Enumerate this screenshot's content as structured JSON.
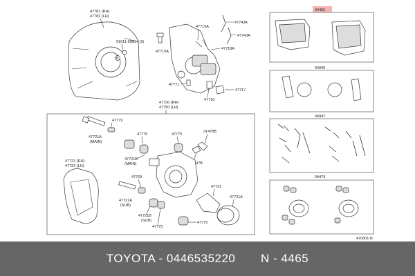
{
  "labels": {
    "p47781": "47781 (RH)",
    "p47782": "47782 (LH)",
    "p91611": "91611-60814 (2)",
    "pB": "B",
    "p47710A": "47710A",
    "p47719A": "47719A",
    "p47743A_1": "47743A",
    "p47743A_2": "47743A",
    "p47718A": "47718A",
    "p47771": "47771",
    "p47716": "47716",
    "p47717": "47717",
    "p47730": "47730 (RH)",
    "p47750": "47750 (LH)",
    "p47779": "47779",
    "p47721A_main": "47721A",
    "p_main1": "(MAIN)",
    "p47775_1": "47775",
    "p47775_2": "47775",
    "p31478B": "31478B",
    "p47721B_main": "47721B",
    "p_main2": "(MAIN)",
    "p47547B": "47547B",
    "p47721": "47721 (RH)",
    "p47722": "47722 (LH)",
    "p47769": "47769",
    "p47731": "47731",
    "p47721A_sub": "47721A",
    "p_sub1": "(SUB)",
    "p47721B_sub": "47721B",
    "p_sub2": "(SUB)",
    "p47775_3": "47775",
    "p47775_4": "47775",
    "p47731A": "47731A",
    "p04465": "04465",
    "p04945": "04945",
    "p04947": "04947",
    "p04479": "04479",
    "ref": "470801-B"
  },
  "footer": {
    "text": "TOYOTA - 0446535220       N - 4465"
  },
  "colors": {
    "footer_bg": "#666666",
    "highlight": "#f6b5b5"
  }
}
